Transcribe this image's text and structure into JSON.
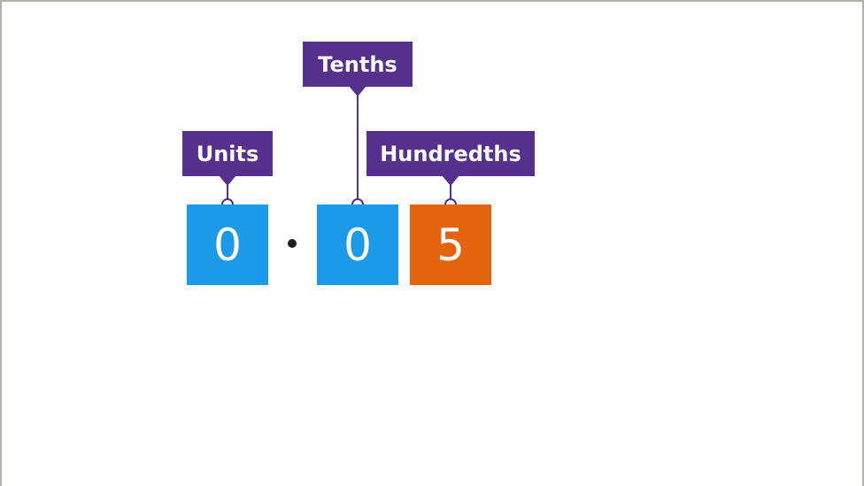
{
  "colors": {
    "label_bg": "#55308d",
    "digit_blue": "#1a9ae9",
    "digit_orange": "#e4630f",
    "decimal_point": "#231f20",
    "frame_border": "#b5b1a4"
  },
  "labels": {
    "units": "Units",
    "tenths": "Tenths",
    "hundredths": "Hundredths"
  },
  "digits": [
    {
      "value": "0",
      "place": "Units",
      "color": "#1a9ae9"
    },
    {
      "value": "0",
      "place": "Tenths",
      "color": "#1a9ae9"
    },
    {
      "value": "5",
      "place": "Hundredths",
      "color": "#e4630f"
    }
  ],
  "number": "0.05"
}
